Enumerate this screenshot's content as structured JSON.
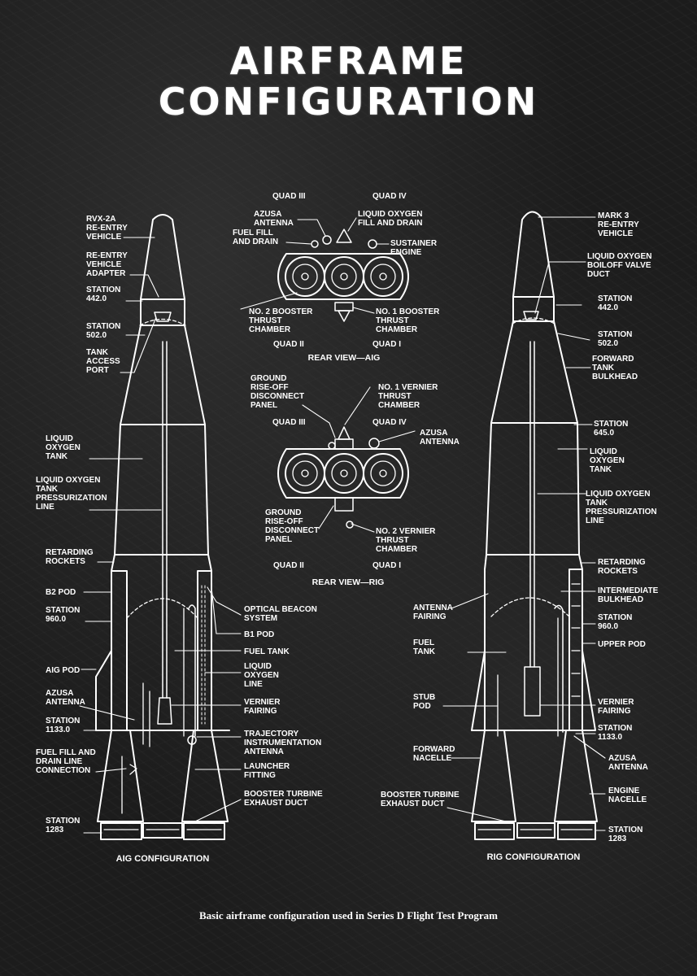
{
  "title": {
    "line1": "AIRFRAME",
    "line2": "CONFIGURATION"
  },
  "caption": "Basic airframe configuration used in Series D Flight Test Program",
  "colors": {
    "background": "#1c1c1c",
    "line": "#ffffff"
  },
  "left_rocket": {
    "config_label": "AIG CONFIGURATION",
    "labels": {
      "rvx": [
        "RVX-2A",
        "RE-ENTRY",
        "VEHICLE"
      ],
      "adapter": [
        "RE-ENTRY",
        "VEHICLE",
        "ADAPTER"
      ],
      "st442": [
        "STATION",
        "442.0"
      ],
      "st502": [
        "STATION",
        "502.0"
      ],
      "port": [
        "TANK",
        "ACCESS",
        "PORT"
      ],
      "lox_tank": [
        "LIQUID",
        "OXYGEN",
        "TANK"
      ],
      "lox_press": [
        "LIQUID OXYGEN",
        "TANK",
        "PRESSURIZATION",
        "LINE"
      ],
      "retard": [
        "RETARDING",
        "ROCKETS"
      ],
      "b2pod": [
        "B2 POD"
      ],
      "st960": [
        "STATION",
        "960.0"
      ],
      "aigpod": [
        "AIG POD"
      ],
      "azusa": [
        "AZUSA",
        "ANTENNA"
      ],
      "st1133": [
        "STATION",
        "1133.0"
      ],
      "fuelfill": [
        "FUEL FILL AND",
        "DRAIN LINE",
        "CONNECTION"
      ],
      "st1283": [
        "STATION",
        "1283"
      ],
      "beacon": [
        "OPTICAL BEACON",
        "SYSTEM"
      ],
      "b1pod": [
        "B1 POD"
      ],
      "fueltank": [
        "FUEL TANK"
      ],
      "loxline": [
        "LIQUID",
        "OXYGEN",
        "LINE"
      ],
      "vernier": [
        "VERNIER",
        "FAIRING"
      ],
      "traj": [
        "TRAJECTORY",
        "INSTRUMENTATION",
        "ANTENNA"
      ],
      "launcher": [
        "LAUNCHER",
        "FITTING"
      ],
      "turbine": [
        "BOOSTER TURBINE",
        "EXHAUST DUCT"
      ]
    }
  },
  "right_rocket": {
    "config_label": "RIG CONFIGURATION",
    "labels": {
      "mark3": [
        "MARK 3",
        "RE-ENTRY",
        "VEHICLE"
      ],
      "boiloff": [
        "LIQUID OXYGEN",
        "BOILOFF VALVE",
        "DUCT"
      ],
      "st442": [
        "STATION",
        "442.0"
      ],
      "st502": [
        "STATION",
        "502.0"
      ],
      "bulkhead": [
        "FORWARD",
        "TANK",
        "BULKHEAD"
      ],
      "st645": [
        "STATION",
        "645.0"
      ],
      "lox_tank": [
        "LIQUID",
        "OXYGEN",
        "TANK"
      ],
      "lox_press": [
        "LIQUID OXYGEN",
        "TANK",
        "PRESSURIZATION",
        "LINE"
      ],
      "retard": [
        "RETARDING",
        "ROCKETS"
      ],
      "inter": [
        "INTERMEDIATE",
        "BULKHEAD"
      ],
      "st960": [
        "STATION",
        "960.0"
      ],
      "upperpod": [
        "UPPER POD"
      ],
      "vernier": [
        "VERNIER",
        "FAIRING"
      ],
      "st1133": [
        "STATION",
        "1133.0"
      ],
      "azusa": [
        "AZUSA",
        "ANTENNA"
      ],
      "enginenac": [
        "ENGINE",
        "NACELLE"
      ],
      "st1283": [
        "STATION",
        "1283"
      ],
      "antfair": [
        "ANTENNA",
        "FAIRING"
      ],
      "fueltank": [
        "FUEL",
        "TANK"
      ],
      "stubpod": [
        "STUB",
        "POD"
      ],
      "fwdnac": [
        "FORWARD",
        "NACELLE"
      ],
      "turbine": [
        "BOOSTER TURBINE",
        "EXHAUST DUCT"
      ]
    }
  },
  "rear_view_aig": {
    "view_label": "REAR VIEW—AIG",
    "quad3": "QUAD III",
    "quad4": "QUAD IV",
    "quad2": "QUAD II",
    "quad1": "QUAD I",
    "labels": {
      "azusa": [
        "AZUSA",
        "ANTENNA"
      ],
      "fuelfill": [
        "FUEL FILL",
        "AND DRAIN"
      ],
      "loxfill": [
        "LIQUID OXYGEN",
        "FILL AND DRAIN"
      ],
      "sustainer": [
        "SUSTAINER",
        "ENGINE"
      ],
      "no2booster": [
        "NO. 2 BOOSTER",
        "THRUST",
        "CHAMBER"
      ],
      "no1booster": [
        "NO. 1 BOOSTER",
        "THRUST",
        "CHAMBER"
      ]
    }
  },
  "rear_view_rig": {
    "view_label": "REAR VIEW—RIG",
    "quad3": "QUAD III",
    "quad4": "QUAD IV",
    "quad2": "QUAD II",
    "quad1": "QUAD I",
    "labels": {
      "ground_top": [
        "GROUND",
        "RISE-OFF",
        "DISCONNECT",
        "PANEL"
      ],
      "no1vernier": [
        "NO. 1 VERNIER",
        "THRUST",
        "CHAMBER"
      ],
      "azusa": [
        "AZUSA",
        "ANTENNA"
      ],
      "ground_bot": [
        "GROUND",
        "RISE-OFF",
        "DISCONNECT",
        "PANEL"
      ],
      "no2vernier": [
        "NO. 2 VERNIER",
        "THRUST",
        "CHAMBER"
      ]
    }
  }
}
